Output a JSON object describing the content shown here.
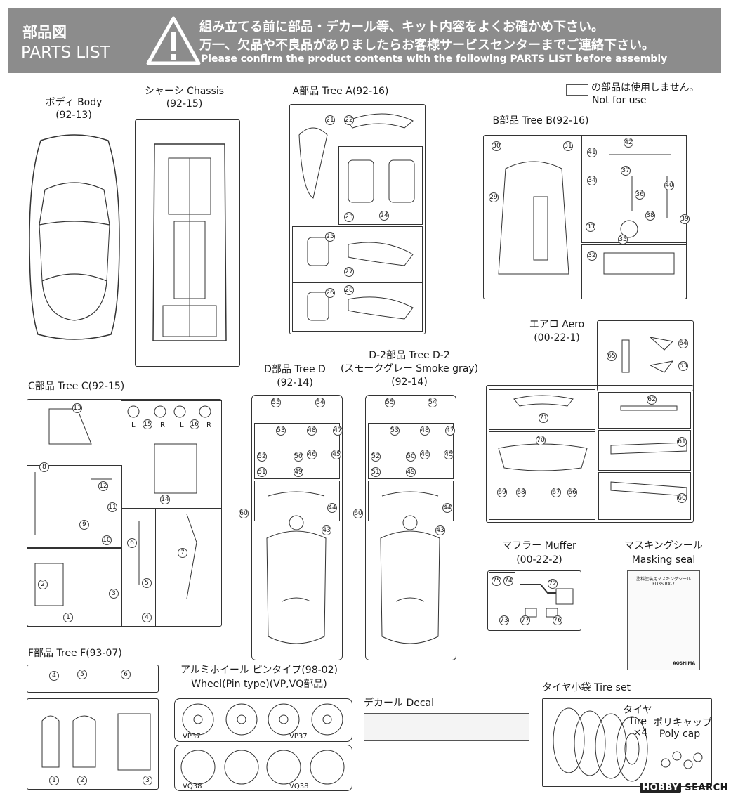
{
  "header": {
    "title_jp": "部品図",
    "title_en": "PARTS LIST",
    "warning_icon": "warning-triangle-icon",
    "line1": "組み立てる前に部品・デカール等、キット内容をよくお確かめ下さい。",
    "line2": "万一、欠品や不良品がありましたらお客様サービスセンターまでご連絡下さい。",
    "line3": "Please confirm the product contents with the following PARTS LIST before assembly"
  },
  "legend": {
    "line1": "の部品は使用しません。",
    "line2": "Not for use"
  },
  "body": {
    "name": "ボディ Body",
    "code": "(92-13)"
  },
  "chassis": {
    "name": "シャーシ Chassis",
    "code": "(92-15)"
  },
  "tree_a": {
    "name": "A部品 Tree A",
    "code": "(92-16)",
    "parts": [
      "21",
      "22",
      "23",
      "24",
      "25",
      "26",
      "27",
      "28"
    ]
  },
  "tree_b": {
    "name": "B部品 Tree B",
    "code": "(92-16)",
    "parts": [
      "29",
      "30",
      "31",
      "32",
      "33",
      "34",
      "35",
      "36",
      "37",
      "38",
      "39",
      "40",
      "41",
      "42"
    ]
  },
  "tree_c": {
    "name": "C部品 Tree C",
    "code": "(92-15)",
    "parts": [
      "1",
      "2",
      "3",
      "4",
      "5",
      "6",
      "7",
      "8",
      "9",
      "10",
      "11",
      "12",
      "13",
      "14",
      "15",
      "16"
    ],
    "l1": "L",
    "r1": "R",
    "l2": "L",
    "r2": "R"
  },
  "tree_d": {
    "name": "D部品 Tree D",
    "code": "(92-14)",
    "parts": [
      "43",
      "44",
      "45",
      "46",
      "47",
      "48",
      "49",
      "50",
      "51",
      "52",
      "53",
      "54",
      "55",
      "60"
    ]
  },
  "tree_d2": {
    "name": "D-2部品 Tree D-2",
    "sub": "(スモークグレー Smoke gray)",
    "code": "(92-14)",
    "parts": [
      "43",
      "44",
      "45",
      "46",
      "47",
      "48",
      "49",
      "50",
      "51",
      "52",
      "53",
      "54",
      "55",
      "60"
    ]
  },
  "aero": {
    "name": "エアロ Aero",
    "code": "(00-22-1)",
    "parts": [
      "60",
      "61",
      "62",
      "63",
      "64",
      "65",
      "66",
      "67",
      "68",
      "69",
      "70",
      "71"
    ]
  },
  "muffler": {
    "name": "マフラー Muffer",
    "code": "(00-22-2)",
    "parts": [
      "72",
      "73",
      "74",
      "75",
      "76",
      "77"
    ]
  },
  "masking": {
    "name_jp": "マスキングシール",
    "name_en": "Masking seal",
    "card_line1": "塗料塗装用マスキングシール",
    "card_line2": "FD3S RX-7",
    "maker": "AOSHIMA"
  },
  "tree_f": {
    "name": "F部品 Tree F",
    "code": "(93-07)",
    "parts": [
      "1",
      "2",
      "3",
      "4",
      "5",
      "6"
    ]
  },
  "wheel": {
    "name_jp": "アルミホイール ピンタイプ",
    "code": "(98-02)",
    "name_en": "Wheel(Pin type)",
    "sub": "(VP,VQ部品)",
    "vp": "VP37",
    "vq": "VQ38"
  },
  "decal": {
    "name": "デカール Decal"
  },
  "tire": {
    "name": "タイヤ小袋 Tire set",
    "tire_jp": "タイヤ",
    "tire_en": "Tire",
    "tire_qty": "×4",
    "cap_jp": "ポリキャップ",
    "cap_en": "Poly cap"
  },
  "watermark": {
    "brand": "HOBBY",
    "suffix": "SEARCH"
  }
}
